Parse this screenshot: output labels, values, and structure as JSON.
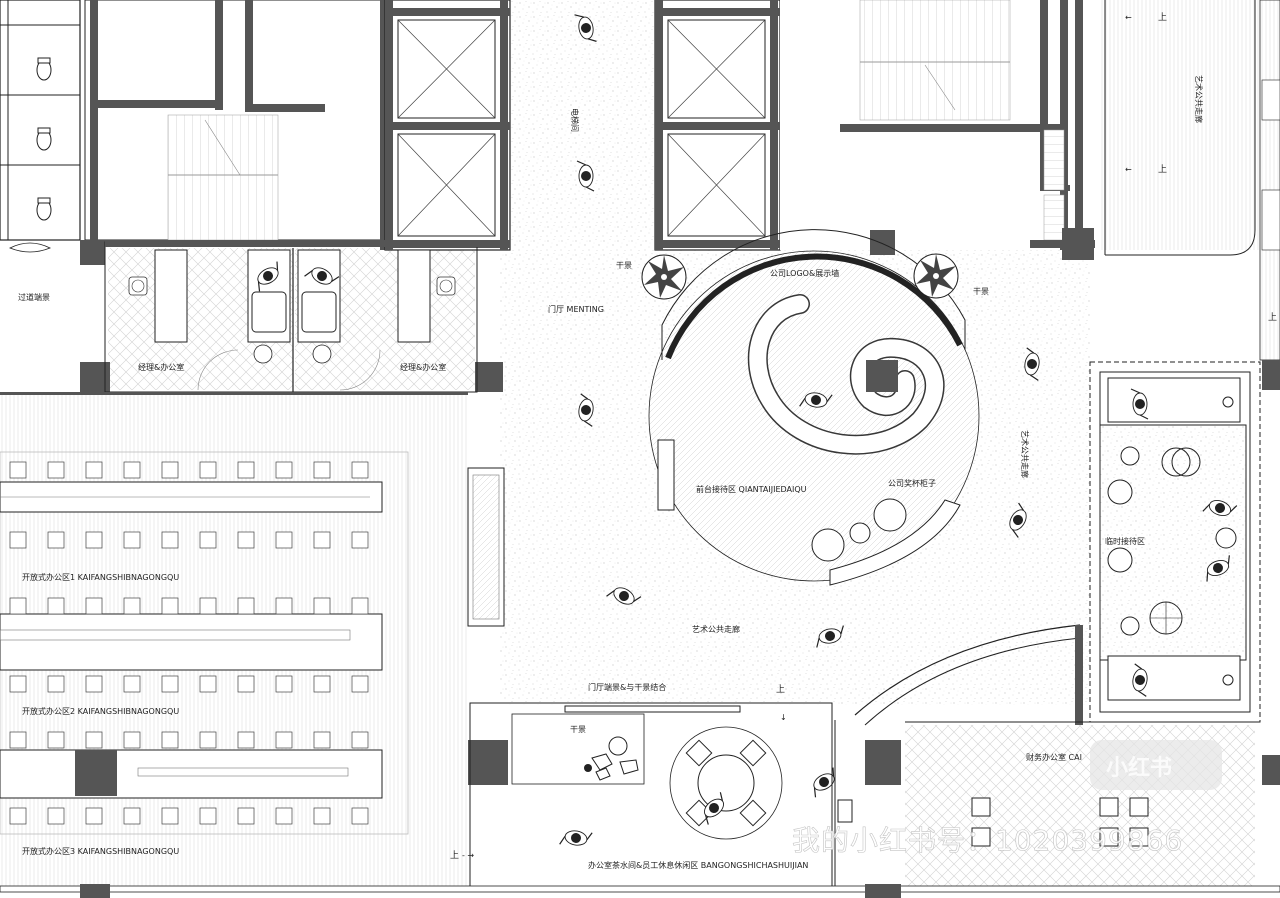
{
  "labels": {
    "elevator_hall": "电梯间",
    "corridor_right_top": "艺术公共走廊",
    "dry_scape_left": "干景",
    "dry_scape_right": "干景",
    "logo_wall": "公司LOGO&展示墙",
    "lobby": "门厅 MENTING",
    "passage": "过道端景",
    "manager_office_1": "经理&办公室",
    "manager_office_2": "经理&办公室",
    "reception": "前台接待区 QIANTAIJIEDAIQU",
    "trophy_cabinet": "公司奖杯柜子",
    "corridor_mid": "艺术公共走廊",
    "corridor_bottom": "艺术公共走廊",
    "temp_reception": "临时接待区",
    "open_office_1": "开放式办公区1 KAIFANGSHIBNAGONGQU",
    "open_office_2": "开放式办公区2 KAIFANGSHIBNAGONGQU",
    "open_office_3": "开放式办公区3 KAIFANGSHIBNAGONGQU",
    "lobby_endscape": "门厅端景&与干景结合",
    "dry_scape_tea": "干景",
    "pantry": "办公室茶水间&员工休息休闲区 BANGONGSHICHASHUIJIAN",
    "finance_office": "财务办公室 CAI",
    "up": "上",
    "up2": "上",
    "up3": "上",
    "up4": "上",
    "up5": "上"
  },
  "watermark": {
    "text": "我的小红书号：1020399866",
    "logo": "小红书"
  }
}
